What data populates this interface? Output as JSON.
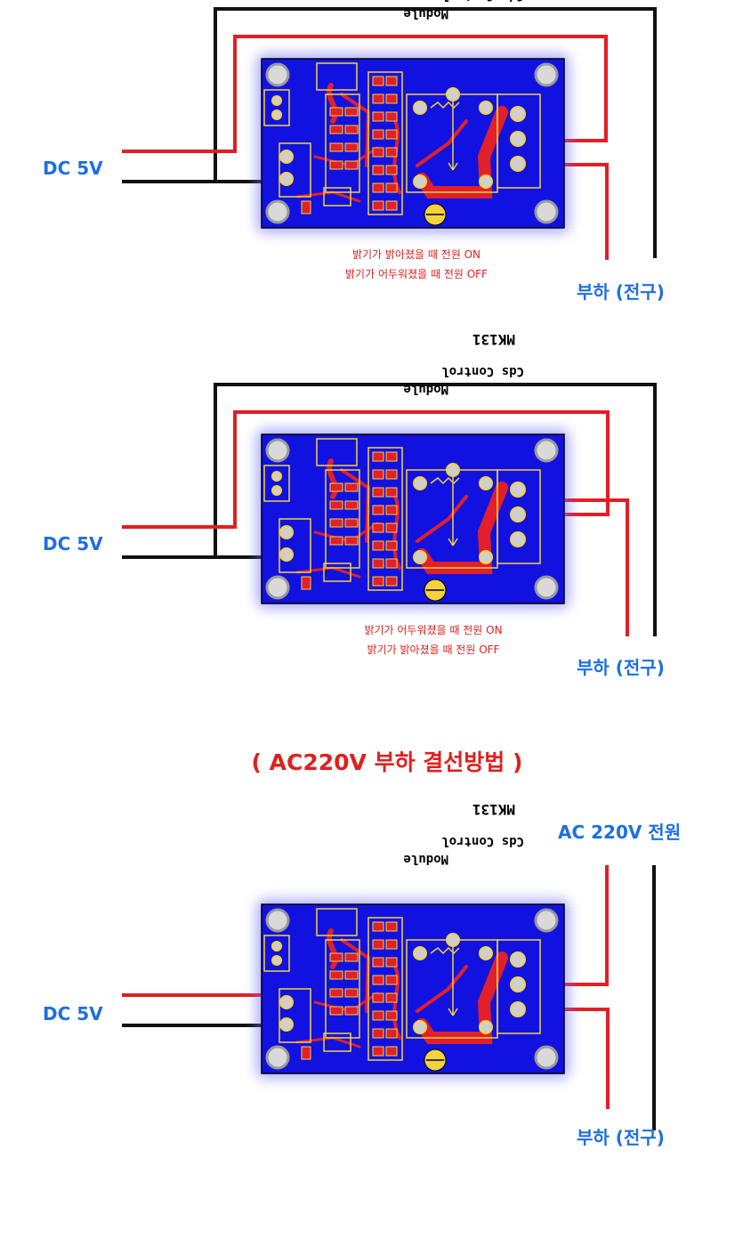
{
  "colors": {
    "wire_red": "#e31e24",
    "wire_black": "#111111",
    "label_blue": "#1e6fe0",
    "note_red": "#e0201f",
    "board_blue": "#1212e0",
    "trace_red": "#e0202a",
    "pad_yellow": "#f4d23c"
  },
  "board": {
    "text_module": "Module",
    "text_cds_control": "Cds Control",
    "text_model": "MK131"
  },
  "panels": [
    {
      "dc_label": "DC 5V",
      "load_label": "부하 (전구)",
      "note_line1": "밝기가 밝아졌을 때 전원 ON",
      "note_line2": "밝기가 어두워졌을 때 전원 OFF"
    },
    {
      "dc_label": "DC 5V",
      "load_label": "부하 (전구)",
      "note_line1": "밝기가 어두워졌을 때 전원 ON",
      "note_line2": "밝기가 밝아졌을 때 전원 OFF"
    },
    {
      "title": "( AC220V 부하 결선방법 )",
      "source_label": "AC 220V 전원",
      "dc_label": "DC 5V",
      "load_label": "부하 (전구)"
    }
  ]
}
